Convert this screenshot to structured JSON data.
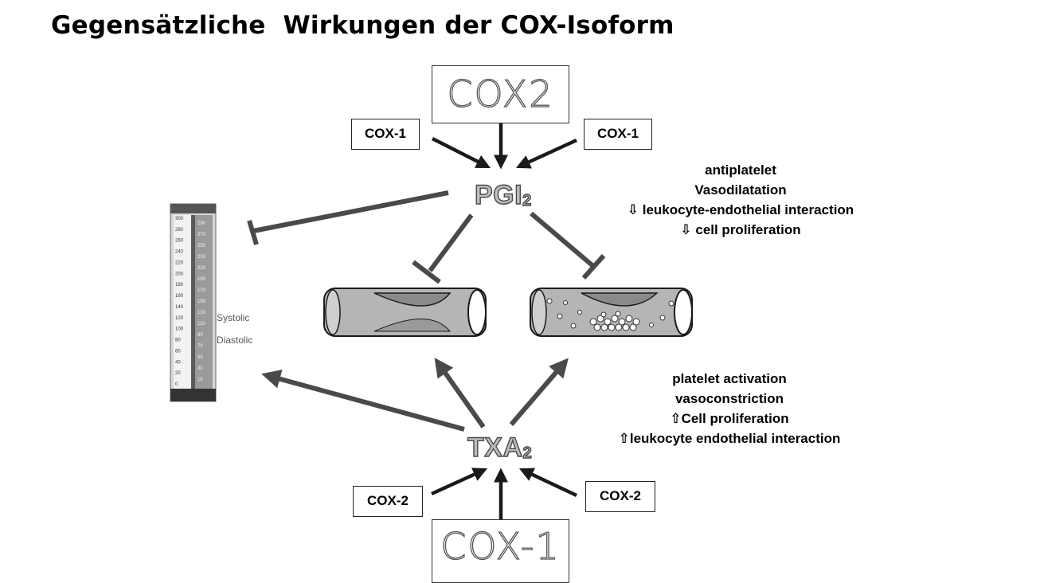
{
  "title": "Gegensätzliche  Wirkungen der COX-Isoform",
  "top_handwritten": "COX2",
  "bottom_handwritten": "COX-1",
  "top_left_box": "COX-1",
  "top_right_box": "COX-1",
  "bottom_left_box": "COX-2",
  "bottom_right_box": "COX-2",
  "pgi": {
    "main": "PGI",
    "sub": "2"
  },
  "txa": {
    "main": "TXA",
    "sub": "2"
  },
  "pgi_effects": [
    "antiplatelet",
    "Vasodilatation",
    "⇩ leukocyte-endothelial interaction",
    "⇩  cell proliferation"
  ],
  "txa_effects": [
    "platelet activation",
    "vasoconstriction",
    "⇧Cell proliferation",
    "⇧leukocyte endothelial interaction"
  ],
  "gauge": {
    "left_scale": [
      "300",
      "280",
      "260",
      "240",
      "220",
      "200",
      "180",
      "160",
      "140",
      "120",
      "100",
      "80",
      "60",
      "40",
      "20",
      "0"
    ],
    "right_scale": [
      "290",
      "270",
      "250",
      "230",
      "210",
      "190",
      "170",
      "150",
      "130",
      "110",
      "90",
      "70",
      "50",
      "30",
      "10"
    ],
    "systolic_label": "Systolic",
    "diastolic_label": "Diastolic"
  },
  "colors": {
    "arrow": "#222222",
    "inhibit": "#4a4a4a",
    "vessel": "#b5b5b5"
  }
}
